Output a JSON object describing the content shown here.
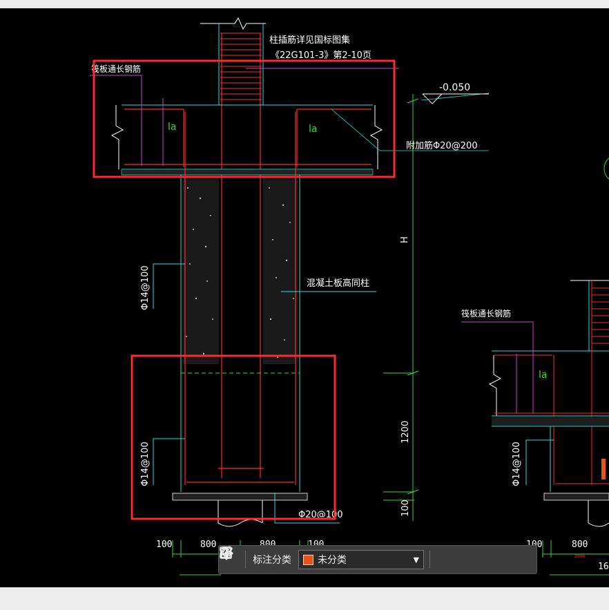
{
  "colors": {
    "background": "#000000",
    "red": "#ff2a2a",
    "cyan": "#27e0e0",
    "green": "#33dd33",
    "magenta": "#d63bd6",
    "white": "#ffffff",
    "orange": "#e8531c"
  },
  "drawing": {
    "left_notes": {
      "column_rebar_note_line1": "柱插筋详见国标图集",
      "column_rebar_note_line2": "《22G101-3》第2-10页",
      "raft_long_bar": "筏板通长钢筋",
      "level_mark": "-0.050",
      "additional_bar": "附加筋Φ20@200",
      "la_left": "la",
      "la_right": "la",
      "height_label": "H",
      "concrete_column": "混凝土板高同柱",
      "stirrup_upper": "Φ14@100",
      "stirrup_lower": "Φ14@100",
      "dim_1200": "1200",
      "dim_100": "100",
      "bottom_bar": "Φ20@100",
      "dims_bottom": [
        "100",
        "800",
        "800",
        "100"
      ]
    },
    "right_notes": {
      "raft_long_bar": "筏板通长钢筋",
      "la": "la",
      "stirrup": "Φ14@100",
      "dims_bottom": [
        "100",
        "800"
      ],
      "dim_small": "2000",
      "dim_partial": "16"
    }
  },
  "toolbar": {
    "grid_icon": "apps-icon",
    "label": "标注分类",
    "select_value": "未分类",
    "swatch_color": "#e8531c",
    "edit_icon": "edit-icon",
    "move_icon": "move-icon",
    "copy_icon": "copy-icon",
    "paste_icon": "paste-icon"
  }
}
